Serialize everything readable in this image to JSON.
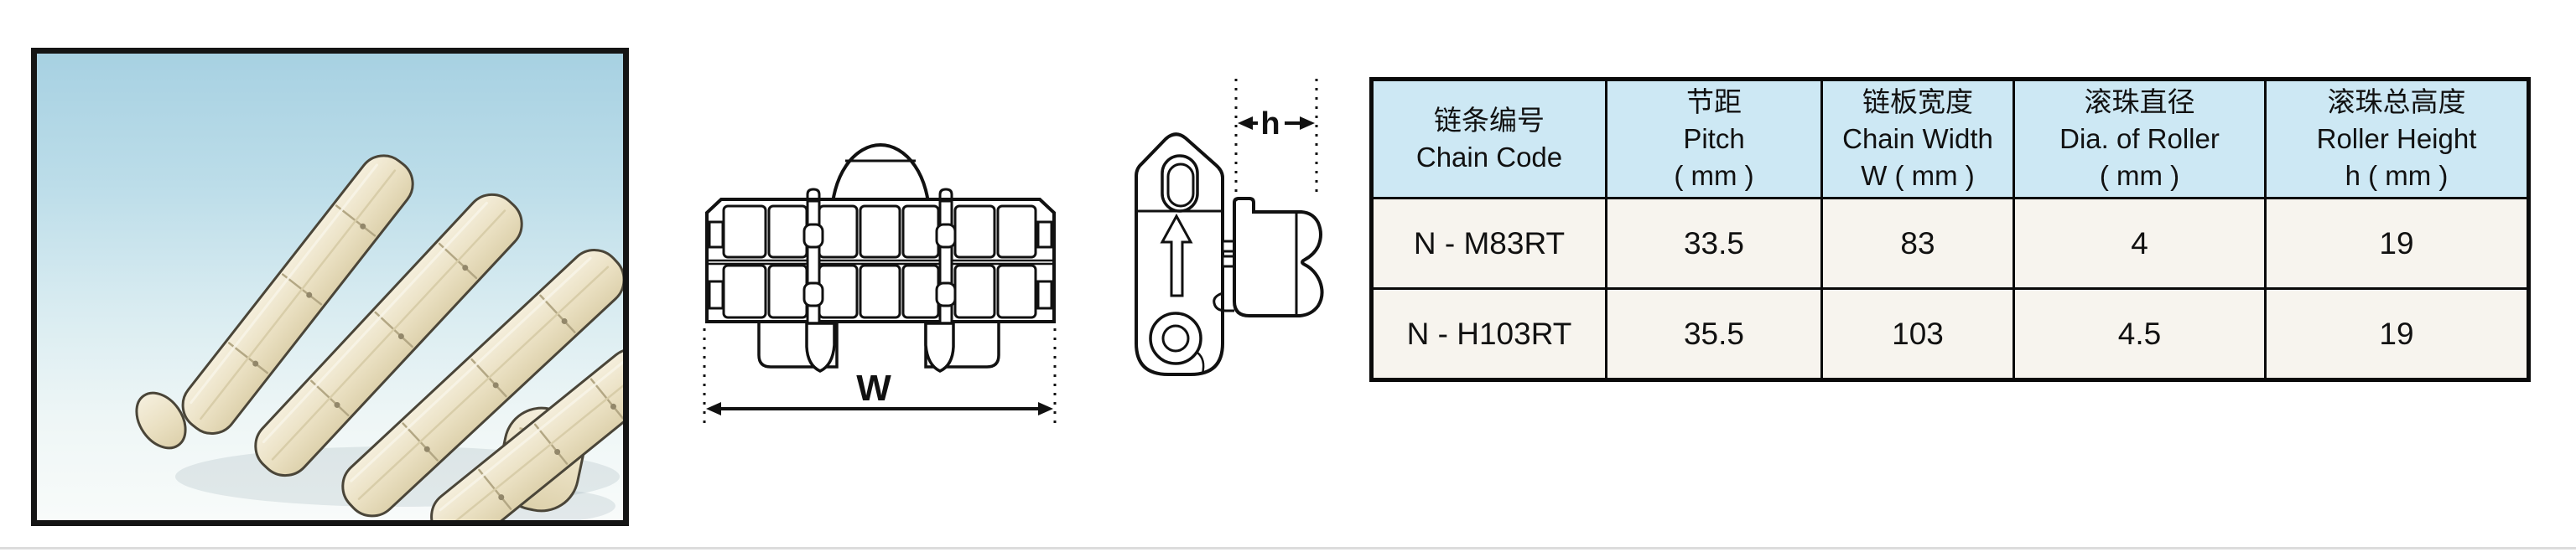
{
  "page": {
    "background": "#ffffff",
    "bottom_rule_color": "#dcdcdc"
  },
  "photo": {
    "frame_border_color": "#151515",
    "bg_top_color": "#a7d1e2",
    "bg_bottom_color": "#f8fbfa",
    "part_color": "#ece3c8",
    "part_outline_color": "#4a4538"
  },
  "drawings": {
    "line_color": "#111111",
    "front_view": {
      "dim_label": "W"
    },
    "side_view": {
      "dim_label": "h"
    }
  },
  "table": {
    "border_color": "#0a0a0a",
    "header_bg": "#cde8f4",
    "row_bg": "#f7f4ee",
    "columns": [
      {
        "cn": "链条编号",
        "en": "Chain Code",
        "unit": ""
      },
      {
        "cn": "节距",
        "en": "Pitch",
        "unit": "( mm )"
      },
      {
        "cn": "链板宽度",
        "en": "Chain Width",
        "unit": "W ( mm )"
      },
      {
        "cn": "滚珠直径",
        "en": "Dia. of Roller",
        "unit": "( mm )"
      },
      {
        "cn": "滚珠总高度",
        "en": "Roller Height",
        "unit": "h ( mm )"
      }
    ],
    "rows": [
      {
        "code": "N - M83RT",
        "pitch": "33.5",
        "width": "83",
        "roller_dia": "4",
        "roller_height": "19"
      },
      {
        "code": "N - H103RT",
        "pitch": "35.5",
        "width": "103",
        "roller_dia": "4.5",
        "roller_height": "19"
      }
    ]
  }
}
